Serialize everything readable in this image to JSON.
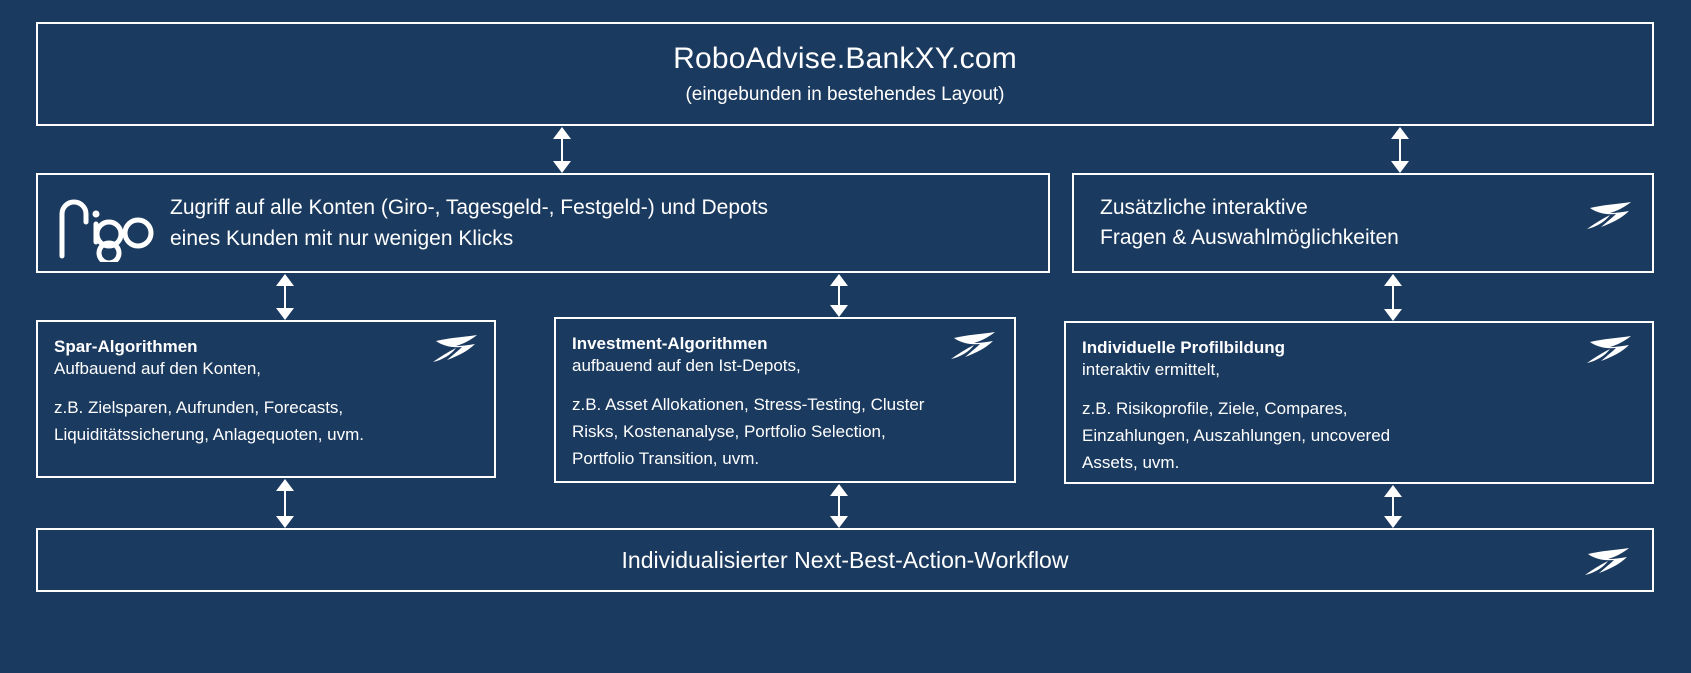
{
  "theme": {
    "background": "#1b3a5f",
    "border": "#ffffff",
    "text": "#ffffff"
  },
  "header": {
    "title": "RoboAdvise.BankXY.com",
    "subtitle": "(eingebunden in bestehendes Layout)"
  },
  "access_box": {
    "logo_name": "rigo",
    "text_line_1": "Zugriff auf alle Konten (Giro-, Tagesgeld-, Festgeld-) und Depots",
    "text_line_2": "eines Kunden mit nur wenigen Klicks"
  },
  "extra_box": {
    "text_line_1": "Zusätzliche interaktive",
    "text_line_2": "Fragen & Auswahlmöglichkeiten"
  },
  "cards": [
    {
      "title": "Spar-Algorithmen",
      "subtitle": "Aufbauend auf den Konten,",
      "examples": " z.B. Zielsparen, Aufrunden, Forecasts,\nLiquiditätssicherung,  Anlagequoten, uvm."
    },
    {
      "title": "Investment-Algorithmen",
      "subtitle": "aufbauend auf den Ist-Depots,",
      "examples": "z.B. Asset Allokationen, Stress-Testing, Cluster\nRisks, Kostenanalyse, Portfolio Selection,\nPortfolio Transition, uvm."
    },
    {
      "title": "Individuelle Profilbildung",
      "subtitle": "interaktiv ermittelt,",
      "examples": "z.B. Risikoprofile, Ziele, Compares,\nEinzahlungen, Auszahlungen, uncovered\nAssets, uvm."
    }
  ],
  "footer": {
    "text": "Individualisierter Next-Best-Action-Workflow"
  },
  "icons": {
    "swoosh": "swallow-swoosh-icon",
    "arrow_double": "double-headed-vertical-arrow"
  }
}
